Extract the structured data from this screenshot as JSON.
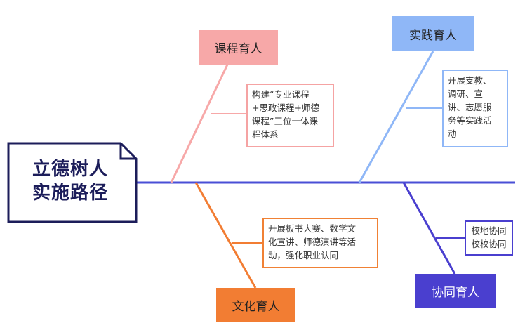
{
  "colors": {
    "spine": "#4a4fd6",
    "title_border": "#1c1d5a",
    "course": "#f7a8a8",
    "practice": "#8fb7f7",
    "culture": "#f27d33",
    "collab": "#4a3fcf"
  },
  "title": {
    "line1": "立德树人",
    "line2": "实施路径"
  },
  "branches": {
    "course": {
      "label": "课程育人",
      "detail": [
        "构建“专业课程",
        "+思政课程+师德",
        "课程”三位一体课",
        "程体系"
      ]
    },
    "practice": {
      "label": "实践育人",
      "detail": [
        "开展支教、",
        "调研、宣",
        "讲、志愿服",
        "务等实践活",
        "动"
      ]
    },
    "culture": {
      "label": "文化育人",
      "detail": [
        "开展板书大赛、数学文",
        "化宣讲、师德演讲等活",
        "动，强化职业认同"
      ]
    },
    "collab": {
      "label": "协同育人",
      "detail": [
        "校地协同",
        "校校协同"
      ]
    }
  }
}
